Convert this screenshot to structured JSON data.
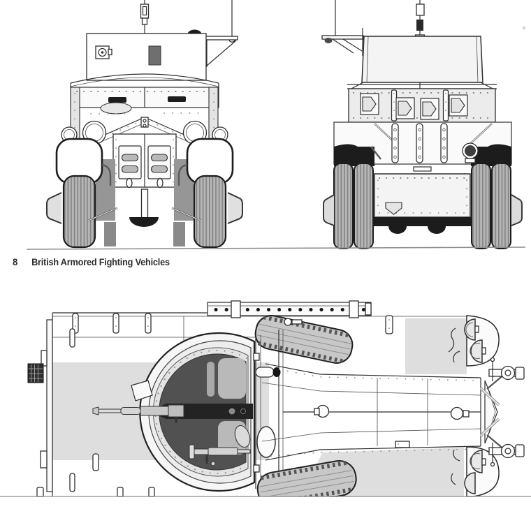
{
  "page": {
    "number": "8",
    "footer_title": "British Armored Fighting Vehicles"
  },
  "drawings": {
    "front_view": "front-elevation-drawing",
    "rear_view": "rear-elevation-drawing",
    "plan_view": "top-plan-view-drawing"
  },
  "colors": {
    "paper": "#ffffff",
    "ink": "#2d2d2d",
    "panel_light": "#ececec",
    "panel_gray": "#dedede",
    "tire_gray": "#b6b6b6",
    "shadow_black": "#1b1b1b",
    "turret_interior": "#515151",
    "ground_line": "#8e8e8e"
  }
}
